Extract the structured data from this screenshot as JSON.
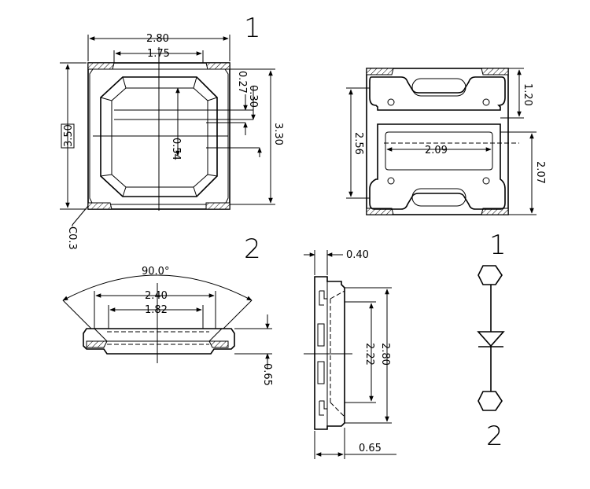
{
  "top_view": {
    "pin1_mark": "1",
    "pin2_mark": "2",
    "width_dim": "2.80",
    "inner_width_dim": "1.75",
    "height_dim": "3.50",
    "side_height_dim": "3.30",
    "dim_027": "0.27",
    "dim_030": "0.30",
    "dim_054": "0.54",
    "chamfer_dim": "C0.3"
  },
  "bottom_view": {
    "pad_height_dim": "1.20",
    "pad_height2_dim": "2.07",
    "overall_height_dim": "2.56",
    "pad_width_dim": "2.09"
  },
  "front_view": {
    "angle_dim": "90.0°",
    "opening_dim": "2.40",
    "lens_dim": "1.82",
    "thickness_dim": "0.65"
  },
  "side_view": {
    "lip_dim": "0.40",
    "overall_dim": "2.80",
    "inner_dim": "2.22",
    "thickness_dim": "0.65"
  },
  "symbol": {
    "anode_mark": "1",
    "cathode_mark": "2"
  }
}
